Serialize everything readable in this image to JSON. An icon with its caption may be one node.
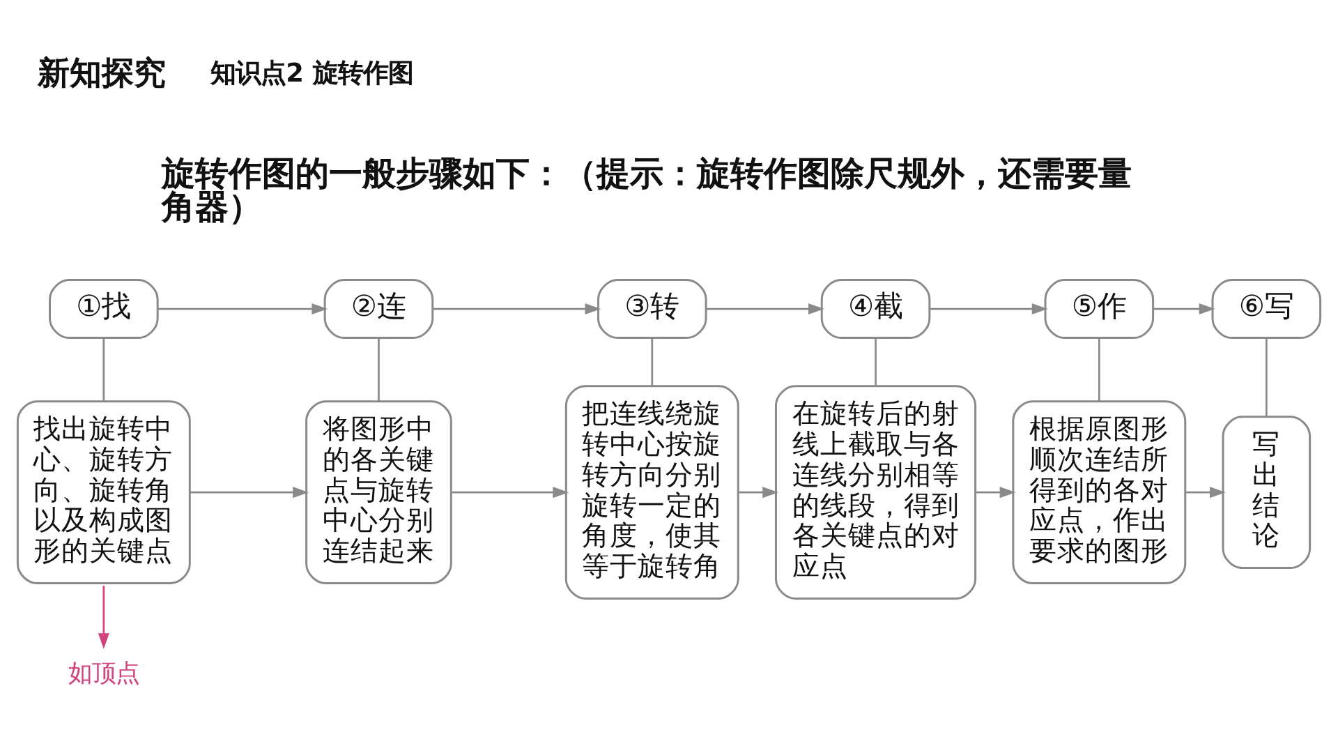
{
  "diagram": {
    "nodes": [
      {
        "text": [
          "①找"
        ]
      },
      {
        "text": [
          "②连"
        ]
      },
      {
        "text": [
          "③转"
        ]
      },
      {
        "text": [
          "④截"
        ]
      },
      {
        "text": [
          "⑤作"
        ]
      },
      {
        "text": [
          "⑥写"
        ]
      },
      {
        "text": [
          "找出旋转中心、旋转方向、旋转角以及构成图形的关键点"
        ]
      },
      {
        "text": [
          "将图形中的各关键点与旋转中心分别连结起来"
        ]
      },
      {
        "text": [
          "把连线绕旋转中心按旋转方向分别旋转一定的角度，使其等于旋转角"
        ]
      },
      {
        "text": [
          "在旋转后的射线上截取与各连线分别相等的线段，得到各关键点的对应点"
        ]
      },
      {
        "text": [
          "根据原图形顺次连结所得到的各对应点，作出要求的图形"
        ]
      },
      {
        "text": [
          "写出结论"
        ]
      },
      {
        "text": [
          "如顶点"
        ]
      }
    ],
    "edges": [
      {
        "from": 0,
        "to": 1,
        "arrow": "to"
      },
      {
        "from": 1,
        "to": 2,
        "arrow": "to"
      },
      {
        "from": 2,
        "to": 3,
        "arrow": "to"
      },
      {
        "from": 3,
        "to": 4,
        "arrow": "to"
      },
      {
        "from": 4,
        "to": 5,
        "arrow": "to"
      },
      {
        "from": 0,
        "to": 6,
        "arrow": "none"
      },
      {
        "from": 1,
        "to": 7,
        "arrow": "none"
      },
      {
        "from": 2,
        "to": 8,
        "arrow": "none"
      },
      {
        "from": 3,
        "to": 9,
        "arrow": "none"
      },
      {
        "from": 4,
        "to": 10,
        "arrow": "none"
      },
      {
        "from": 5,
        "to": 11,
        "arrow": "none"
      },
      {
        "from": 6,
        "to": 7,
        "arrow": "to"
      },
      {
        "from": 7,
        "to": 8,
        "arrow": "to"
      },
      {
        "from": 8,
        "to": 9,
        "arrow": "to"
      },
      {
        "from": 9,
        "to": 10,
        "arrow": "to"
      },
      {
        "from": 10,
        "to": 11,
        "arrow": "to"
      },
      {
        "from": 6,
        "to": 12,
        "arrow": "to",
        "color": "#d0457e"
      }
    ],
    "labels": [
      "新知探究",
      "知识点2 旋转作图",
      "旋转作图的一般步骤如下：（提示：旋转作图除尺规外，还需要量角器）"
    ]
  }
}
